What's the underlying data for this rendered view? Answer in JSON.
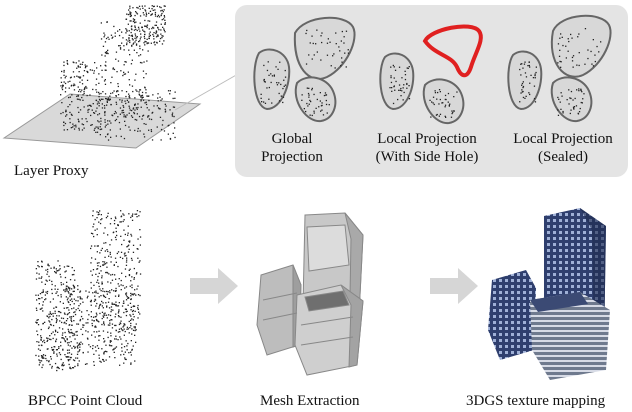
{
  "top_left": {
    "caption": "Layer Proxy"
  },
  "panel": {
    "items": [
      {
        "line1": "Global",
        "line2": "Projection"
      },
      {
        "line1": "Local Projection",
        "line2": "(With Side Hole)"
      },
      {
        "line1": "Local Projection",
        "line2": "(Sealed)"
      }
    ]
  },
  "pipeline": {
    "steps": [
      {
        "label": "BPCC Point Cloud"
      },
      {
        "label": "Mesh Extraction"
      },
      {
        "label": "3DGS texture mapping"
      }
    ]
  },
  "colors": {
    "panel_bg": "#e4e4e4",
    "outline": "#666666",
    "highlight": "#e02020",
    "arrow": "#d6d6d6",
    "mesh": "#bdbdbd",
    "texture": "#2f3f6e"
  }
}
